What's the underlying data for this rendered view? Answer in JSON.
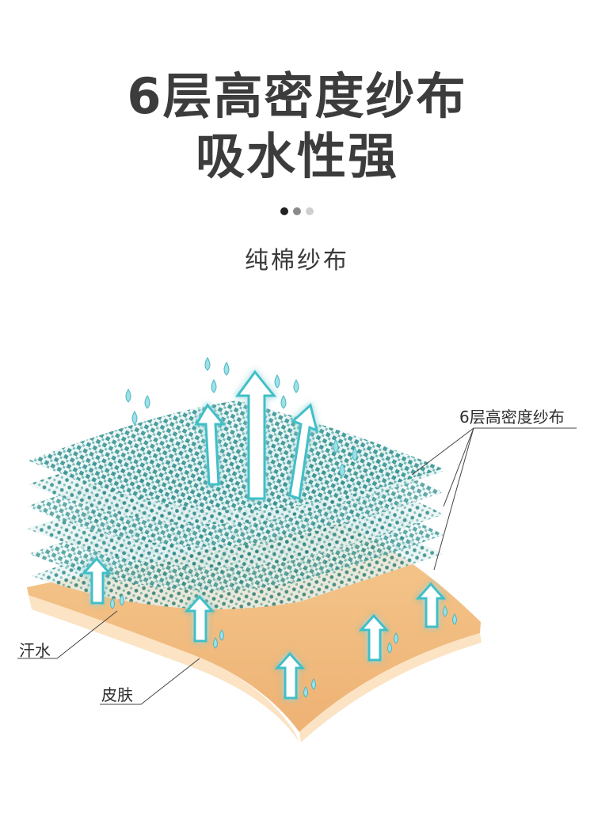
{
  "header": {
    "title_line_1": "6层高密度纱布",
    "title_line_2": "吸水性强"
  },
  "pager": {
    "dots": [
      {
        "color": "#222222"
      },
      {
        "color": "#8a8a8a"
      },
      {
        "color": "#cfcfcf"
      }
    ]
  },
  "subtitle": "纯棉纱布",
  "illustration": {
    "labels": {
      "gauze": "6层高密度纱布",
      "sweat": "汗水",
      "skin": "皮肤"
    },
    "colors": {
      "mesh": "#1f7f80",
      "skin_fill": "#f2c084",
      "skin_edge": "#fbe3c4",
      "arrow_fill": "#ffffff",
      "arrow_glow": "#6fd6dc",
      "drop": "#8fd8df"
    }
  }
}
